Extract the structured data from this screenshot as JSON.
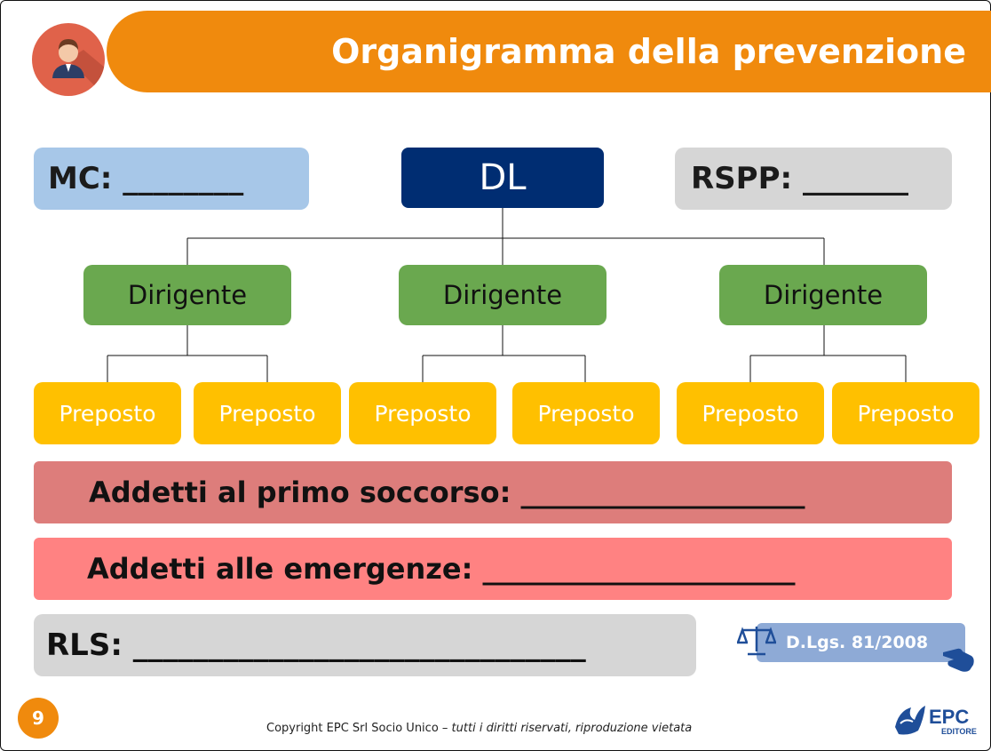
{
  "title": "Organigramma della prevenzione",
  "top_row": {
    "mc": "MC: ________",
    "dl": "DL",
    "rspp": "RSPP: _______"
  },
  "dirigenti": [
    "Dirigente",
    "Dirigente",
    "Dirigente"
  ],
  "preposti": [
    "Preposto",
    "Preposto",
    "Preposto",
    "Preposto",
    "Preposto",
    "Preposto"
  ],
  "bands": {
    "primo_soccorso": "Addetti al primo soccorso: ____________________",
    "emergenze": "Addetti alle emergenze: ______________________",
    "rls": "RLS: ______________________________"
  },
  "law_reference": "D.Lgs. 81/2008",
  "footer": {
    "page_number": "9",
    "copyright_plain": "Copyright EPC Srl Socio Unico – ",
    "copyright_italic": "tutti i diritti riservati, riproduzione vietata",
    "logo_text": "EPC",
    "logo_subtext": "EDITORE"
  },
  "icons": [
    "user-avatar-icon",
    "scales-of-justice-icon",
    "pointing-hand-icon",
    "epc-logo"
  ],
  "colors": {
    "title_bar": "#f08a0d",
    "mc": "#a7c7e8",
    "dl": "#002d72",
    "rspp": "#d6d6d6",
    "dirigente": "#6aa84f",
    "preposto": "#ffc000",
    "primo_soccorso": "#dd7d7b",
    "emergenze": "#ff8282",
    "rls": "#d6d6d6",
    "law_badge": "#8eaad6"
  }
}
